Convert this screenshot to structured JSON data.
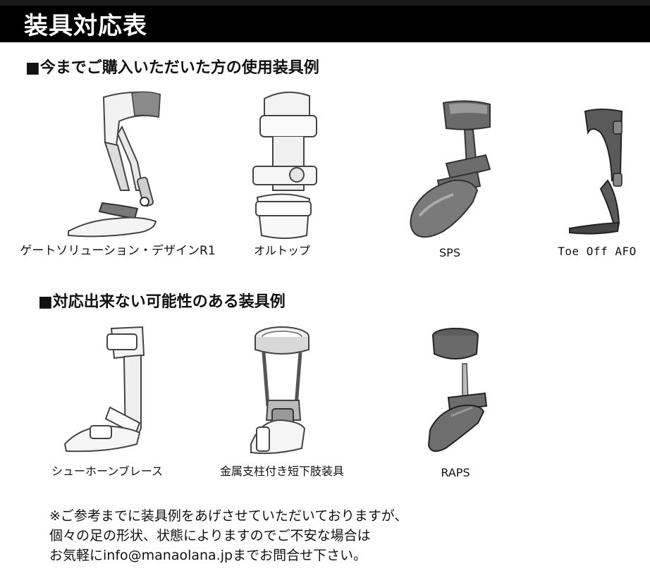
{
  "header": {
    "title": "装具対応表"
  },
  "section_ok": {
    "heading": "■今までご購入いただいた方の使用装具例",
    "items": [
      {
        "label": "ゲートソリューション・デザインR1",
        "icon": "gait-solution-brace-icon"
      },
      {
        "label": "オルトップ",
        "icon": "ortop-brace-icon"
      },
      {
        "label": "SPS",
        "icon": "sps-brace-icon"
      },
      {
        "label": "Toe Off AFO",
        "icon": "toe-off-afo-icon"
      }
    ]
  },
  "section_ng": {
    "heading": "■対応出来ない可能性のある装具例",
    "items": [
      {
        "label": "シューホーンブレース",
        "icon": "shoehorn-brace-icon"
      },
      {
        "label": "金属支柱付き短下肢装具",
        "icon": "metal-strut-afo-icon"
      },
      {
        "label": "RAPS",
        "icon": "raps-brace-icon"
      }
    ]
  },
  "note": {
    "lines": [
      "※ご参考までに装具例をあげさせていただいておりますが、",
      "個々の足の形状、状態によりますのでご不安な場合は",
      "お気軽にinfo@manaolana.jpまでお問合せ下さい。"
    ]
  }
}
